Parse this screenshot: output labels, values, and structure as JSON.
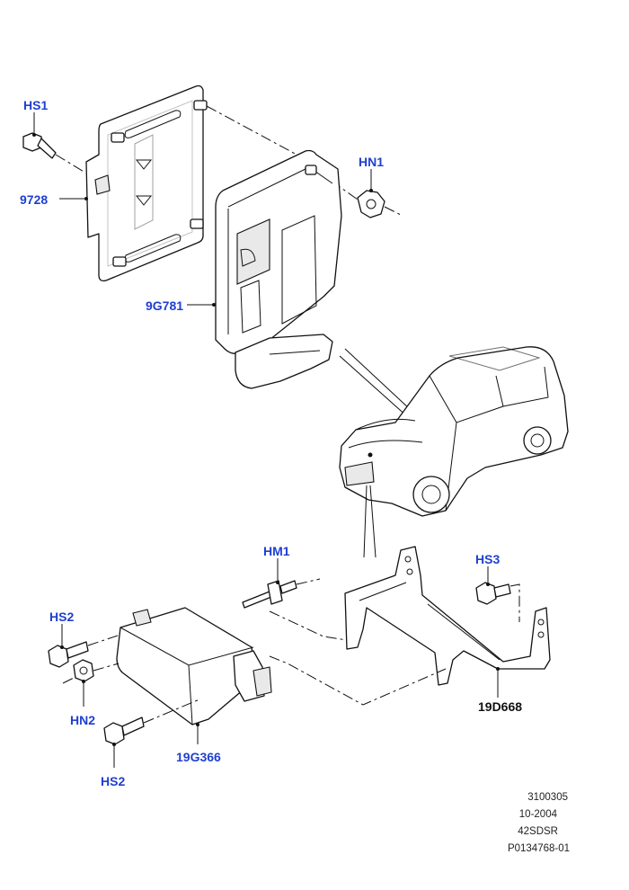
{
  "callouts": {
    "hs1": "HS1",
    "c9728": "9728",
    "hn1": "HN1",
    "c9g781": "9G781",
    "hm1": "HM1",
    "hs3": "HS3",
    "hs2_top": "HS2",
    "hn2": "HN2",
    "hs2_bottom": "HS2",
    "c19g366": "19G366",
    "c19d668": "19D668"
  },
  "footer": {
    "line1": "3100305",
    "line2": "10-2004",
    "line3": "42SDSR",
    "line4": "P0134768-01"
  },
  "colors": {
    "callout_blue": "#1f3fd0",
    "callout_black": "#111111"
  }
}
